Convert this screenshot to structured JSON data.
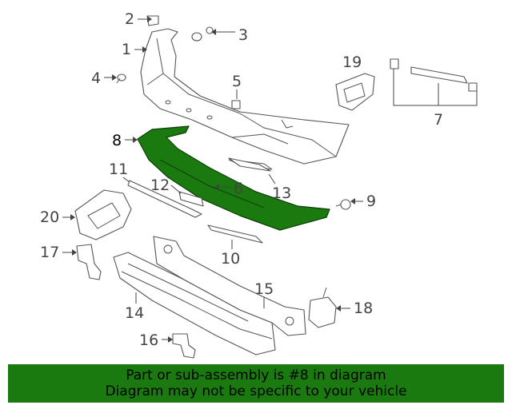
{
  "diagram": {
    "selected_part": "8",
    "callouts": [
      "1",
      "2",
      "3",
      "4",
      "5",
      "6",
      "7",
      "8",
      "9",
      "10",
      "11",
      "12",
      "13",
      "14",
      "15",
      "16",
      "17",
      "18",
      "19",
      "20"
    ]
  },
  "footer": {
    "line1": "Part or sub-assembly is #8 in diagram",
    "line2": "Diagram may not be specific to your vehicle",
    "background_color": "#1a7a10"
  },
  "colors": {
    "highlight": "#1a7a10",
    "linework": "#555555"
  }
}
